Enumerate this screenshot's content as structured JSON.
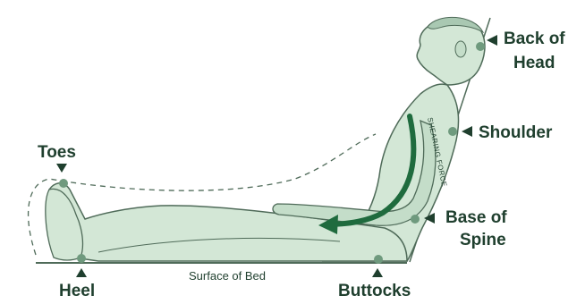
{
  "diagram": {
    "labels": {
      "back_of_head_line1": "Back of",
      "back_of_head_line2": "Head",
      "shoulder": "Shoulder",
      "toes": "Toes",
      "base_of_spine_line1": "Base of",
      "base_of_spine_line2": "Spine",
      "heel": "Heel",
      "buttocks": "Buttocks",
      "surface_of_bed": "Surface of Bed",
      "shearing_force": "SHEARING FORCE"
    },
    "colors": {
      "body_fill": "#d3e7d6",
      "outline": "#4f6b59",
      "arrow": "#1f6b3e",
      "marker": "#6f9a7e",
      "text": "#1f3f2e",
      "background": "#ffffff"
    }
  }
}
